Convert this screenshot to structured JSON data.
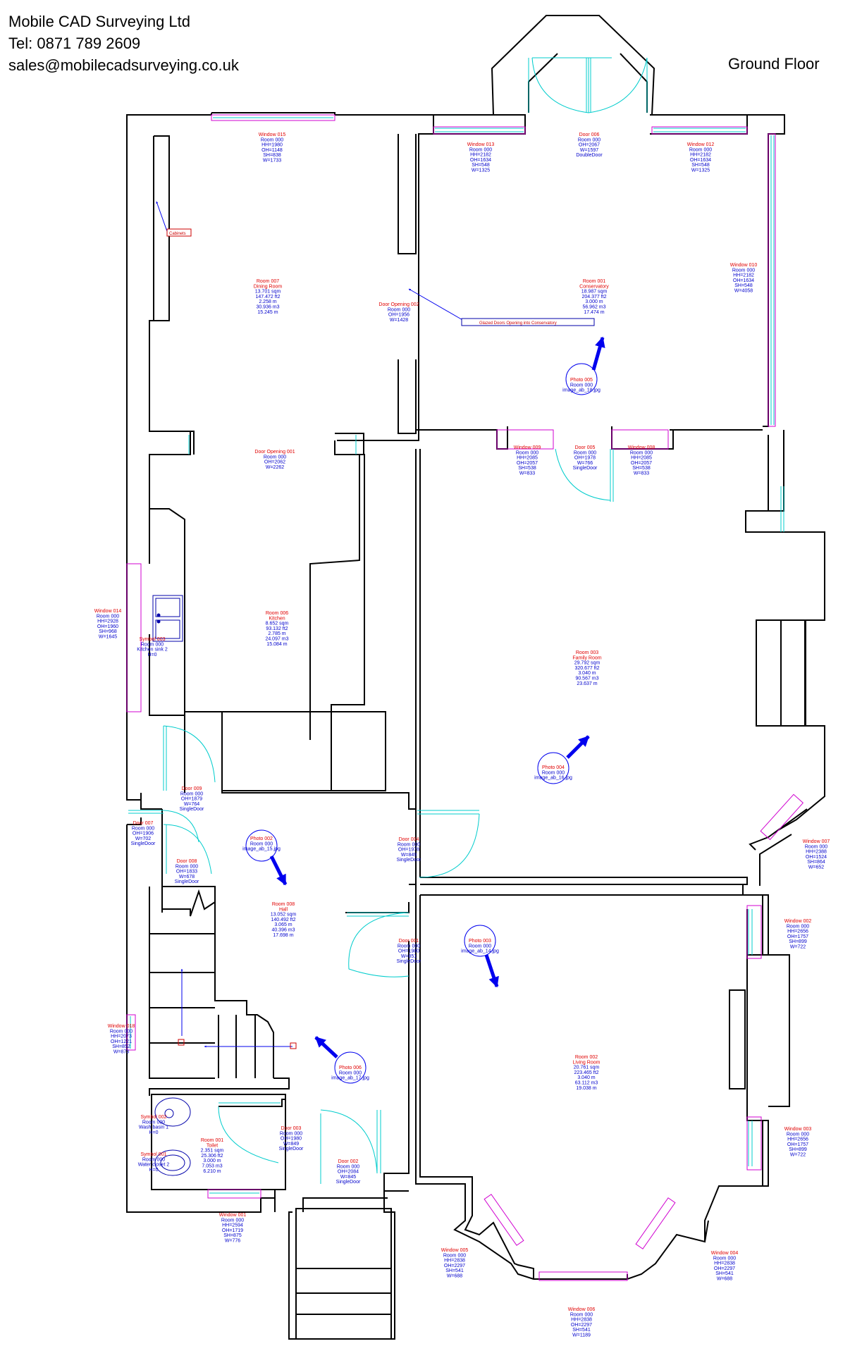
{
  "header": {
    "company": "Mobile CAD Surveying Ltd",
    "phone": "Tel: 0871 789 2609",
    "email": "sales@mobilecadsurveying.co.uk",
    "floor": "Ground Floor"
  },
  "notes": {
    "cabinets": "Cabinets",
    "glazed_doors": "Glazed Doors Opening into Conservatory"
  },
  "labels": [
    {
      "id": "window-015",
      "lines": [
        "Window 015",
        "Room 000",
        "HH=1980",
        "OH=1148",
        "SH=838",
        "W=1733"
      ]
    },
    {
      "id": "window-013",
      "lines": [
        "Window 013",
        "Room 000",
        "HH=2182",
        "OH=1634",
        "SH=548",
        "W=1325"
      ]
    },
    {
      "id": "door-006",
      "lines": [
        "Door 006",
        "Room 000",
        "OH=2067",
        "W=1597",
        "DoubleDoor"
      ]
    },
    {
      "id": "window-012",
      "lines": [
        "Window 012",
        "Room 000",
        "HH=2182",
        "OH=1634",
        "SH=548",
        "W=1325"
      ]
    },
    {
      "id": "window-010",
      "lines": [
        "Window 010",
        "Room 000",
        "HH=2182",
        "OH=1634",
        "SH=548",
        "W=4058"
      ]
    },
    {
      "id": "room-007",
      "lines": [
        "Room 007",
        "Dining Room",
        "13.701 sqm",
        "147.472 ft2",
        "2.258 m",
        "30.936 m3",
        "15.245 m"
      ]
    },
    {
      "id": "door-opening-002",
      "lines": [
        "Door Opening 002",
        "Room 000",
        "OH=1956",
        "W=1428"
      ]
    },
    {
      "id": "room-001-conservatory",
      "lines": [
        "Room 001",
        "Conservatory",
        "18.987 sqm",
        "204.377 ft2",
        "3.000 m",
        "56.962 m3",
        "17.474 m"
      ]
    },
    {
      "id": "photo-005",
      "lines": [
        "Photo 005",
        "Room 000",
        "image_ab_18.jpg"
      ]
    },
    {
      "id": "door-opening-001",
      "lines": [
        "Door Opening 001",
        "Room 000",
        "OH=2062",
        "W=2262"
      ]
    },
    {
      "id": "window-009",
      "lines": [
        "Window 009",
        "Room 000",
        "HH=2085",
        "OH=2057",
        "SH=538",
        "W=833"
      ]
    },
    {
      "id": "door-005",
      "lines": [
        "Door 005",
        "Room 000",
        "OH=1978",
        "W=766",
        "SingleDoor"
      ]
    },
    {
      "id": "window-008",
      "lines": [
        "Window 008",
        "Room 000",
        "HH=2085",
        "OH=2057",
        "SH=538",
        "W=833"
      ]
    },
    {
      "id": "window-014",
      "lines": [
        "Window 014",
        "Room 000",
        "HH=2928",
        "OH=1960",
        "SH=968",
        "W=1645"
      ]
    },
    {
      "id": "symbol-sink",
      "lines": [
        "Symbol 003",
        "Room 000",
        "Kitchen sink 2",
        "H=0"
      ]
    },
    {
      "id": "room-006",
      "lines": [
        "Room 006",
        "Kitchen",
        "8.652 sqm",
        "93.132 ft2",
        "2.785 m",
        "24.097 m3",
        "15.084 m"
      ]
    },
    {
      "id": "room-003",
      "lines": [
        "Room 003",
        "Family Room",
        "29.792 sqm",
        "320.677 ft2",
        "3.040 m",
        "90.567 m3",
        "23.637 m"
      ]
    },
    {
      "id": "photo-004",
      "lines": [
        "Photo 004",
        "Room 000",
        "image_ab_16.jpg"
      ]
    },
    {
      "id": "door-009",
      "lines": [
        "Door 009",
        "Room 000",
        "OH=1879",
        "W=764",
        "SingleDoor"
      ]
    },
    {
      "id": "door-007",
      "lines": [
        "Door 007",
        "Room 000",
        "OH=1906",
        "W=702",
        "SingleDoor"
      ]
    },
    {
      "id": "photo-002",
      "lines": [
        "Photo 002",
        "Room 000",
        "image_ab_15.jpg"
      ]
    },
    {
      "id": "door-004",
      "lines": [
        "Door 004",
        "Room 000",
        "OH=1978",
        "W=849",
        "SingleDoor"
      ]
    },
    {
      "id": "window-007",
      "lines": [
        "Window 007",
        "Room 000",
        "HH=2388",
        "OH=1524",
        "SH=864",
        "W=652"
      ]
    },
    {
      "id": "door-008",
      "lines": [
        "Door 008",
        "Room 000",
        "OH=1833",
        "W=678",
        "SingleDoor"
      ]
    },
    {
      "id": "room-008",
      "lines": [
        "Room 008",
        "Hall",
        "13.052 sqm",
        "140.492 ft2",
        "3.065 m",
        "40.396 m3",
        "17.698 m"
      ]
    },
    {
      "id": "door-001",
      "lines": [
        "Door 001",
        "Room 000",
        "OH=1980",
        "W=851",
        "SingleDoor"
      ]
    },
    {
      "id": "photo-003",
      "lines": [
        "Photo 003",
        "Room 000",
        "image_ab_14.jpg"
      ]
    },
    {
      "id": "window-002",
      "lines": [
        "Window 002",
        "Room 000",
        "HH=2656",
        "OH=1757",
        "SH=899",
        "W=722"
      ]
    },
    {
      "id": "window-018",
      "lines": [
        "Window 018",
        "Room 000",
        "HH=2073",
        "OH=1221",
        "SH=852",
        "W=873"
      ]
    },
    {
      "id": "photo-006",
      "lines": [
        "Photo 006",
        "Room 000",
        "image_ab_17.jpg"
      ]
    },
    {
      "id": "room-002",
      "lines": [
        "Room 002",
        "Living Room",
        "20.761 sqm",
        "223.465 ft2",
        "3.040 m",
        "63.112 m3",
        "19.038 m"
      ]
    },
    {
      "id": "symbol-002",
      "lines": [
        "Symbol 002",
        "Room 000",
        "Wash basin 1",
        "H=0"
      ]
    },
    {
      "id": "room-001-toilet",
      "lines": [
        "Room 001",
        "Toilet",
        "2.351 sqm",
        "25.306 ft2",
        "3.000 m",
        "7.053 m3",
        "6.210 m"
      ]
    },
    {
      "id": "door-003",
      "lines": [
        "Door 003",
        "Room 000",
        "OH=1980",
        "W=849",
        "SingleDoor"
      ]
    },
    {
      "id": "window-003",
      "lines": [
        "Window 003",
        "Room 000",
        "HH=2656",
        "OH=1757",
        "SH=899",
        "W=722"
      ]
    },
    {
      "id": "symbol-001",
      "lines": [
        "Symbol 001",
        "Room 000",
        "Water closet 2",
        "H=0"
      ]
    },
    {
      "id": "door-002",
      "lines": [
        "Door 002",
        "Room 000",
        "OH=2084",
        "W=845",
        "SingleDoor"
      ]
    },
    {
      "id": "window-001",
      "lines": [
        "Window 001",
        "Room 000",
        "HH=2594",
        "OH=1719",
        "SH=875",
        "W=776"
      ]
    },
    {
      "id": "window-005",
      "lines": [
        "Window 005",
        "Room 000",
        "HH=2838",
        "OH=2297",
        "SH=541",
        "W=688"
      ]
    },
    {
      "id": "window-004",
      "lines": [
        "Window 004",
        "Room 000",
        "HH=2838",
        "OH=2297",
        "SH=541",
        "W=688"
      ]
    },
    {
      "id": "window-006",
      "lines": [
        "Window 006",
        "Room 000",
        "HH=2838",
        "OH=2297",
        "SH=541",
        "W=1189"
      ]
    }
  ]
}
